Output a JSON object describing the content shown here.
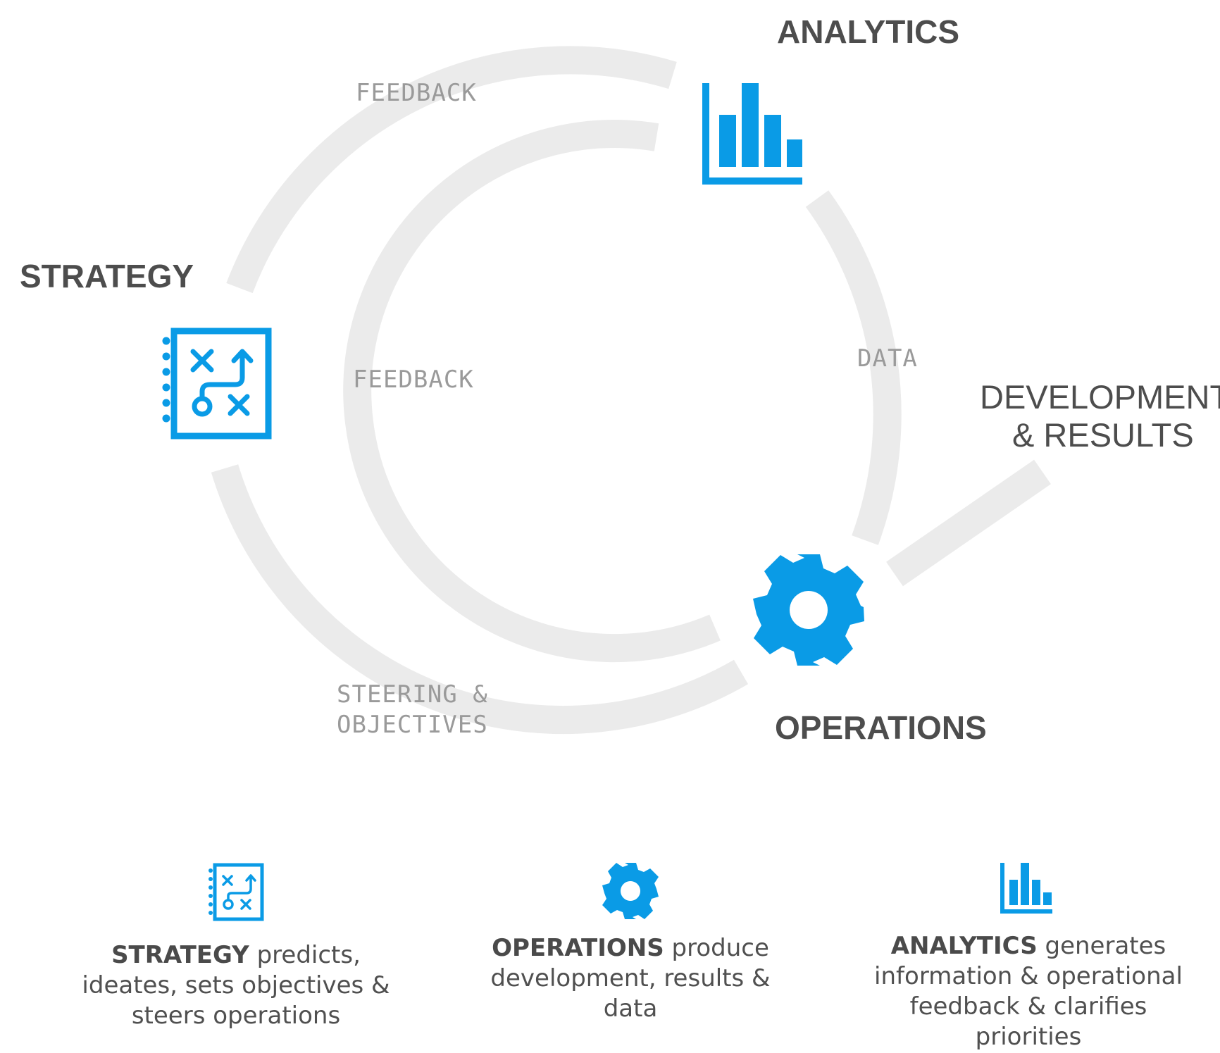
{
  "nodes": {
    "analytics": "ANALYTICS",
    "strategy": "STRATEGY",
    "operations": "OPERATIONS"
  },
  "flows": {
    "feedback_outer": "FEEDBACK",
    "feedback_inner": "FEEDBACK",
    "data": "DATA",
    "steering_line1": "STEERING &",
    "steering_line2": "OBJECTIVES",
    "development_line1": "DEVELOPMENT",
    "development_line2": "& RESULTS"
  },
  "captions": {
    "strategy": {
      "bold": "STRATEGY",
      "rest": " predicts, ideates, sets objectives & steers operations"
    },
    "operations": {
      "bold": "OPERATIONS",
      "rest": " produce development, results & data"
    },
    "analytics": {
      "bold": "ANALYTICS",
      "rest": " generates information & operational feedback & clarifies priorities"
    }
  },
  "icons": {
    "strategy": "strategy-playbook-icon",
    "operations": "gear-icon",
    "analytics": "bar-chart-icon"
  },
  "colors": {
    "accent": "#0a9be6",
    "arc": "#ebebeb",
    "title": "#4d4d4d",
    "flow_label": "#9a9a9a"
  }
}
